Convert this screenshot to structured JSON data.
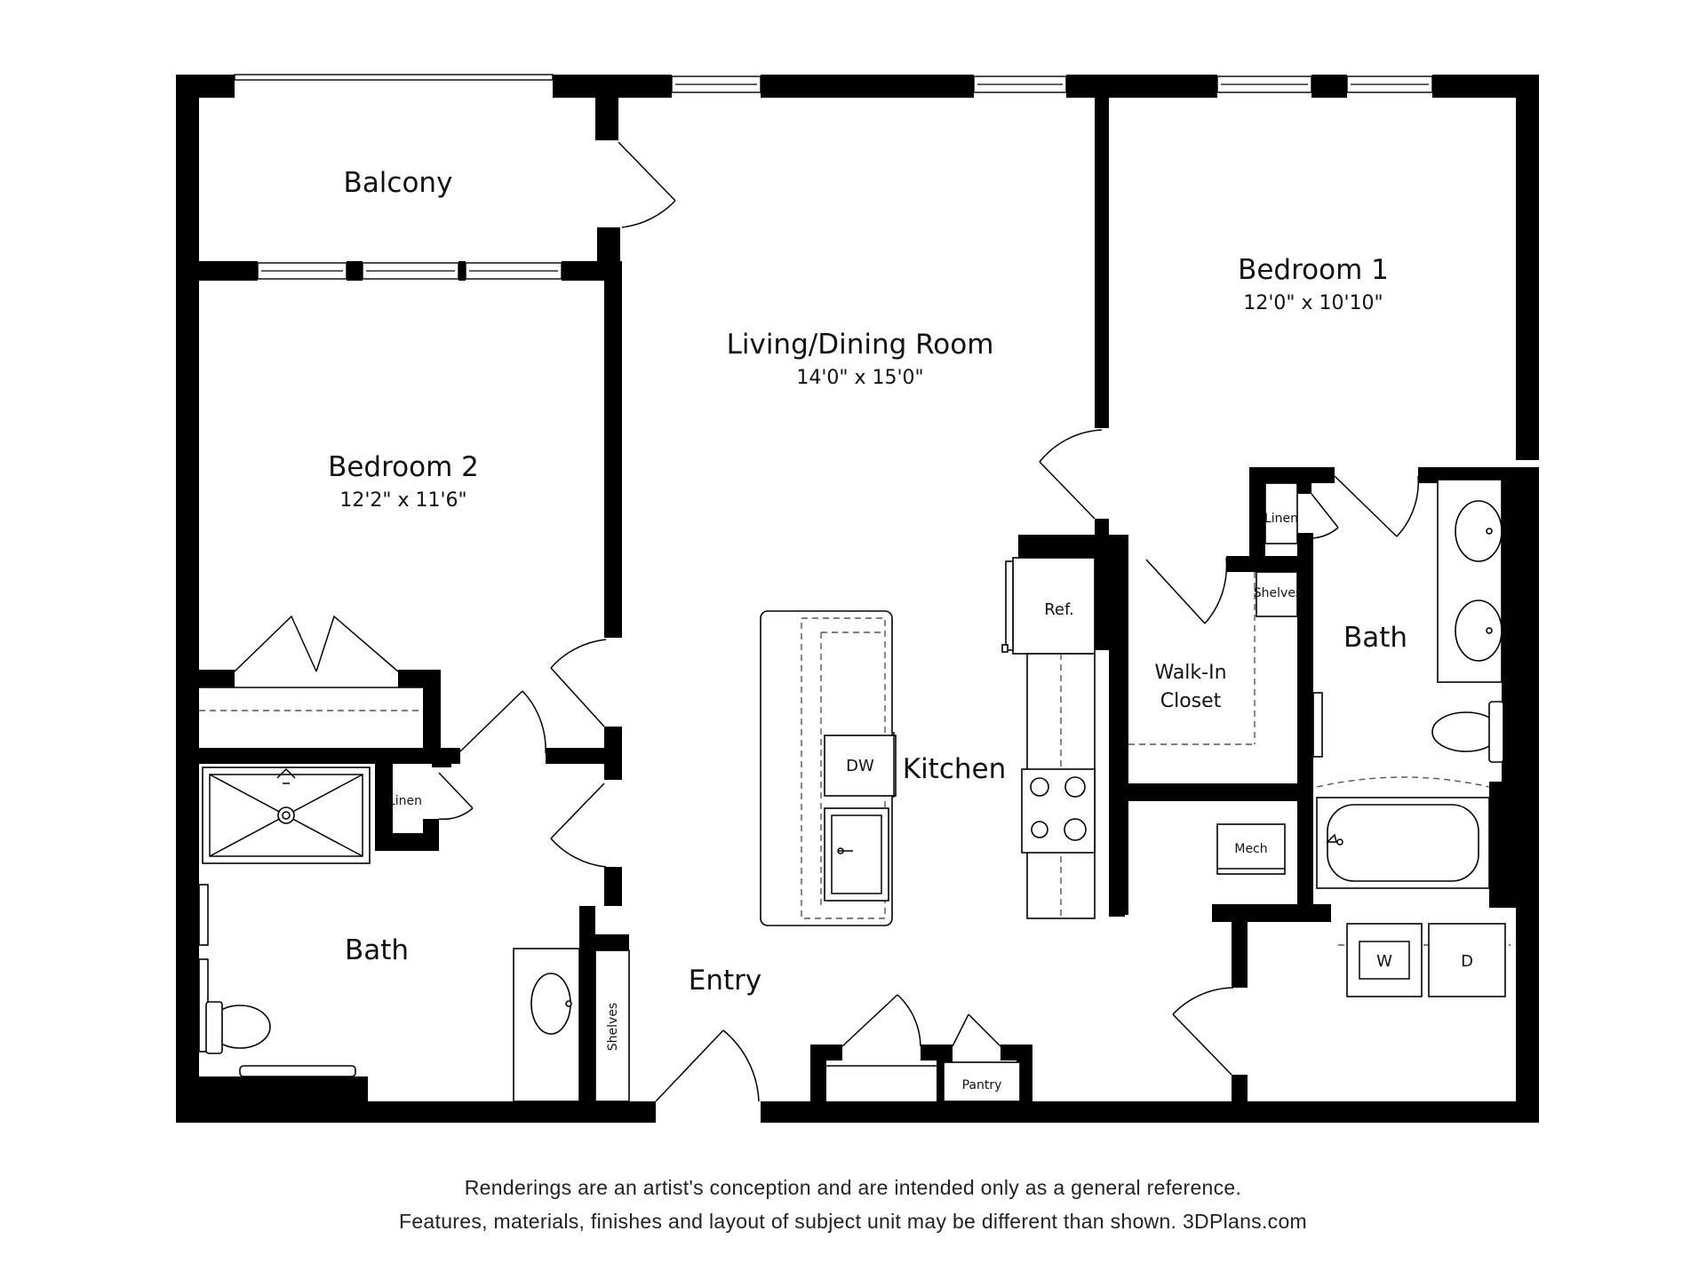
{
  "rooms": {
    "balcony": {
      "name": "Balcony"
    },
    "living": {
      "name": "Living/Dining Room",
      "dims": "14'0\" x 15'0\""
    },
    "bedroom1": {
      "name": "Bedroom 1",
      "dims": "12'0\" x 10'10\""
    },
    "bedroom2": {
      "name": "Bedroom 2",
      "dims": "12'2\" x 11'6\""
    },
    "kitchen": {
      "name": "Kitchen"
    },
    "walkin": {
      "name_line1": "Walk-In",
      "name_line2": "Closet"
    },
    "bath1": {
      "name": "Bath"
    },
    "bath2": {
      "name": "Bath"
    },
    "entry": {
      "name": "Entry"
    }
  },
  "fixtures": {
    "ref": "Ref.",
    "dw": "DW",
    "linen_top": "Linen",
    "linen_bottom": "Linen",
    "shelves_top": "Shelves",
    "shelves_bottom": "Shelves",
    "mech": "Mech",
    "washer": "W",
    "dryer": "D",
    "pantry": "Pantry"
  },
  "disclaimer": {
    "line1": "Renderings are an artist's conception and are intended only as a general reference.",
    "line2": "Features, materials, finishes and layout of subject unit may be different than shown. 3DPlans.com"
  },
  "colors": {
    "wall": "#000000",
    "background": "#ffffff"
  }
}
